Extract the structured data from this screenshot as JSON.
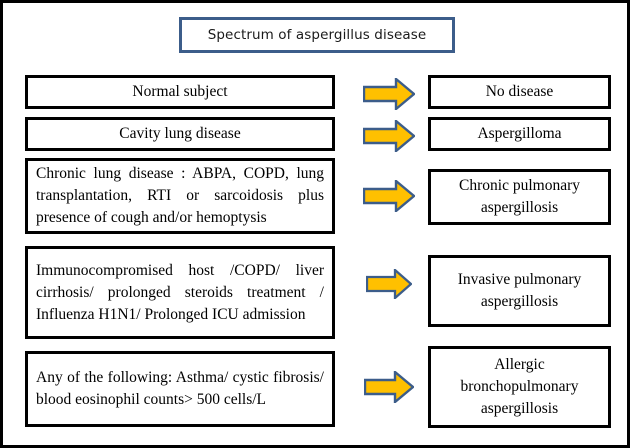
{
  "diagram": {
    "title": "Spectrum of aspergillus disease",
    "title_border_color": "#3C5D8A",
    "frame_color": "#000000",
    "box_border_color": "#000000",
    "arrow_fill_color": "#FFC000",
    "arrow_stroke_color": "#3C5D8A",
    "arrow_icon_name": "right-arrow-icon",
    "rows": [
      {
        "condition": "Normal subject",
        "arrow": "right-arrow",
        "outcome": "No disease"
      },
      {
        "condition": "Cavity lung disease",
        "arrow": "right-arrow",
        "outcome": "Aspergilloma"
      },
      {
        "condition": "Chronic lung disease : ABPA, COPD, lung transplantation, RTI or sarcoidosis plus presence of cough and/or hemoptysis",
        "arrow": "right-arrow",
        "outcome": "Chronic pulmonary aspergillosis"
      },
      {
        "condition": "Immunocompromised host /COPD/ liver cirrhosis/ prolonged steroids treatment / Influenza H1N1/ Prolonged ICU admission",
        "arrow": "right-arrow",
        "outcome": "Invasive pulmonary aspergillosis"
      },
      {
        "condition": "Any of the following: Asthma/ cystic fibrosis/ blood eosinophil counts> 500 cells/L",
        "arrow": "right-arrow",
        "outcome": "Allergic bronchopulmonary aspergillosis"
      }
    ]
  }
}
